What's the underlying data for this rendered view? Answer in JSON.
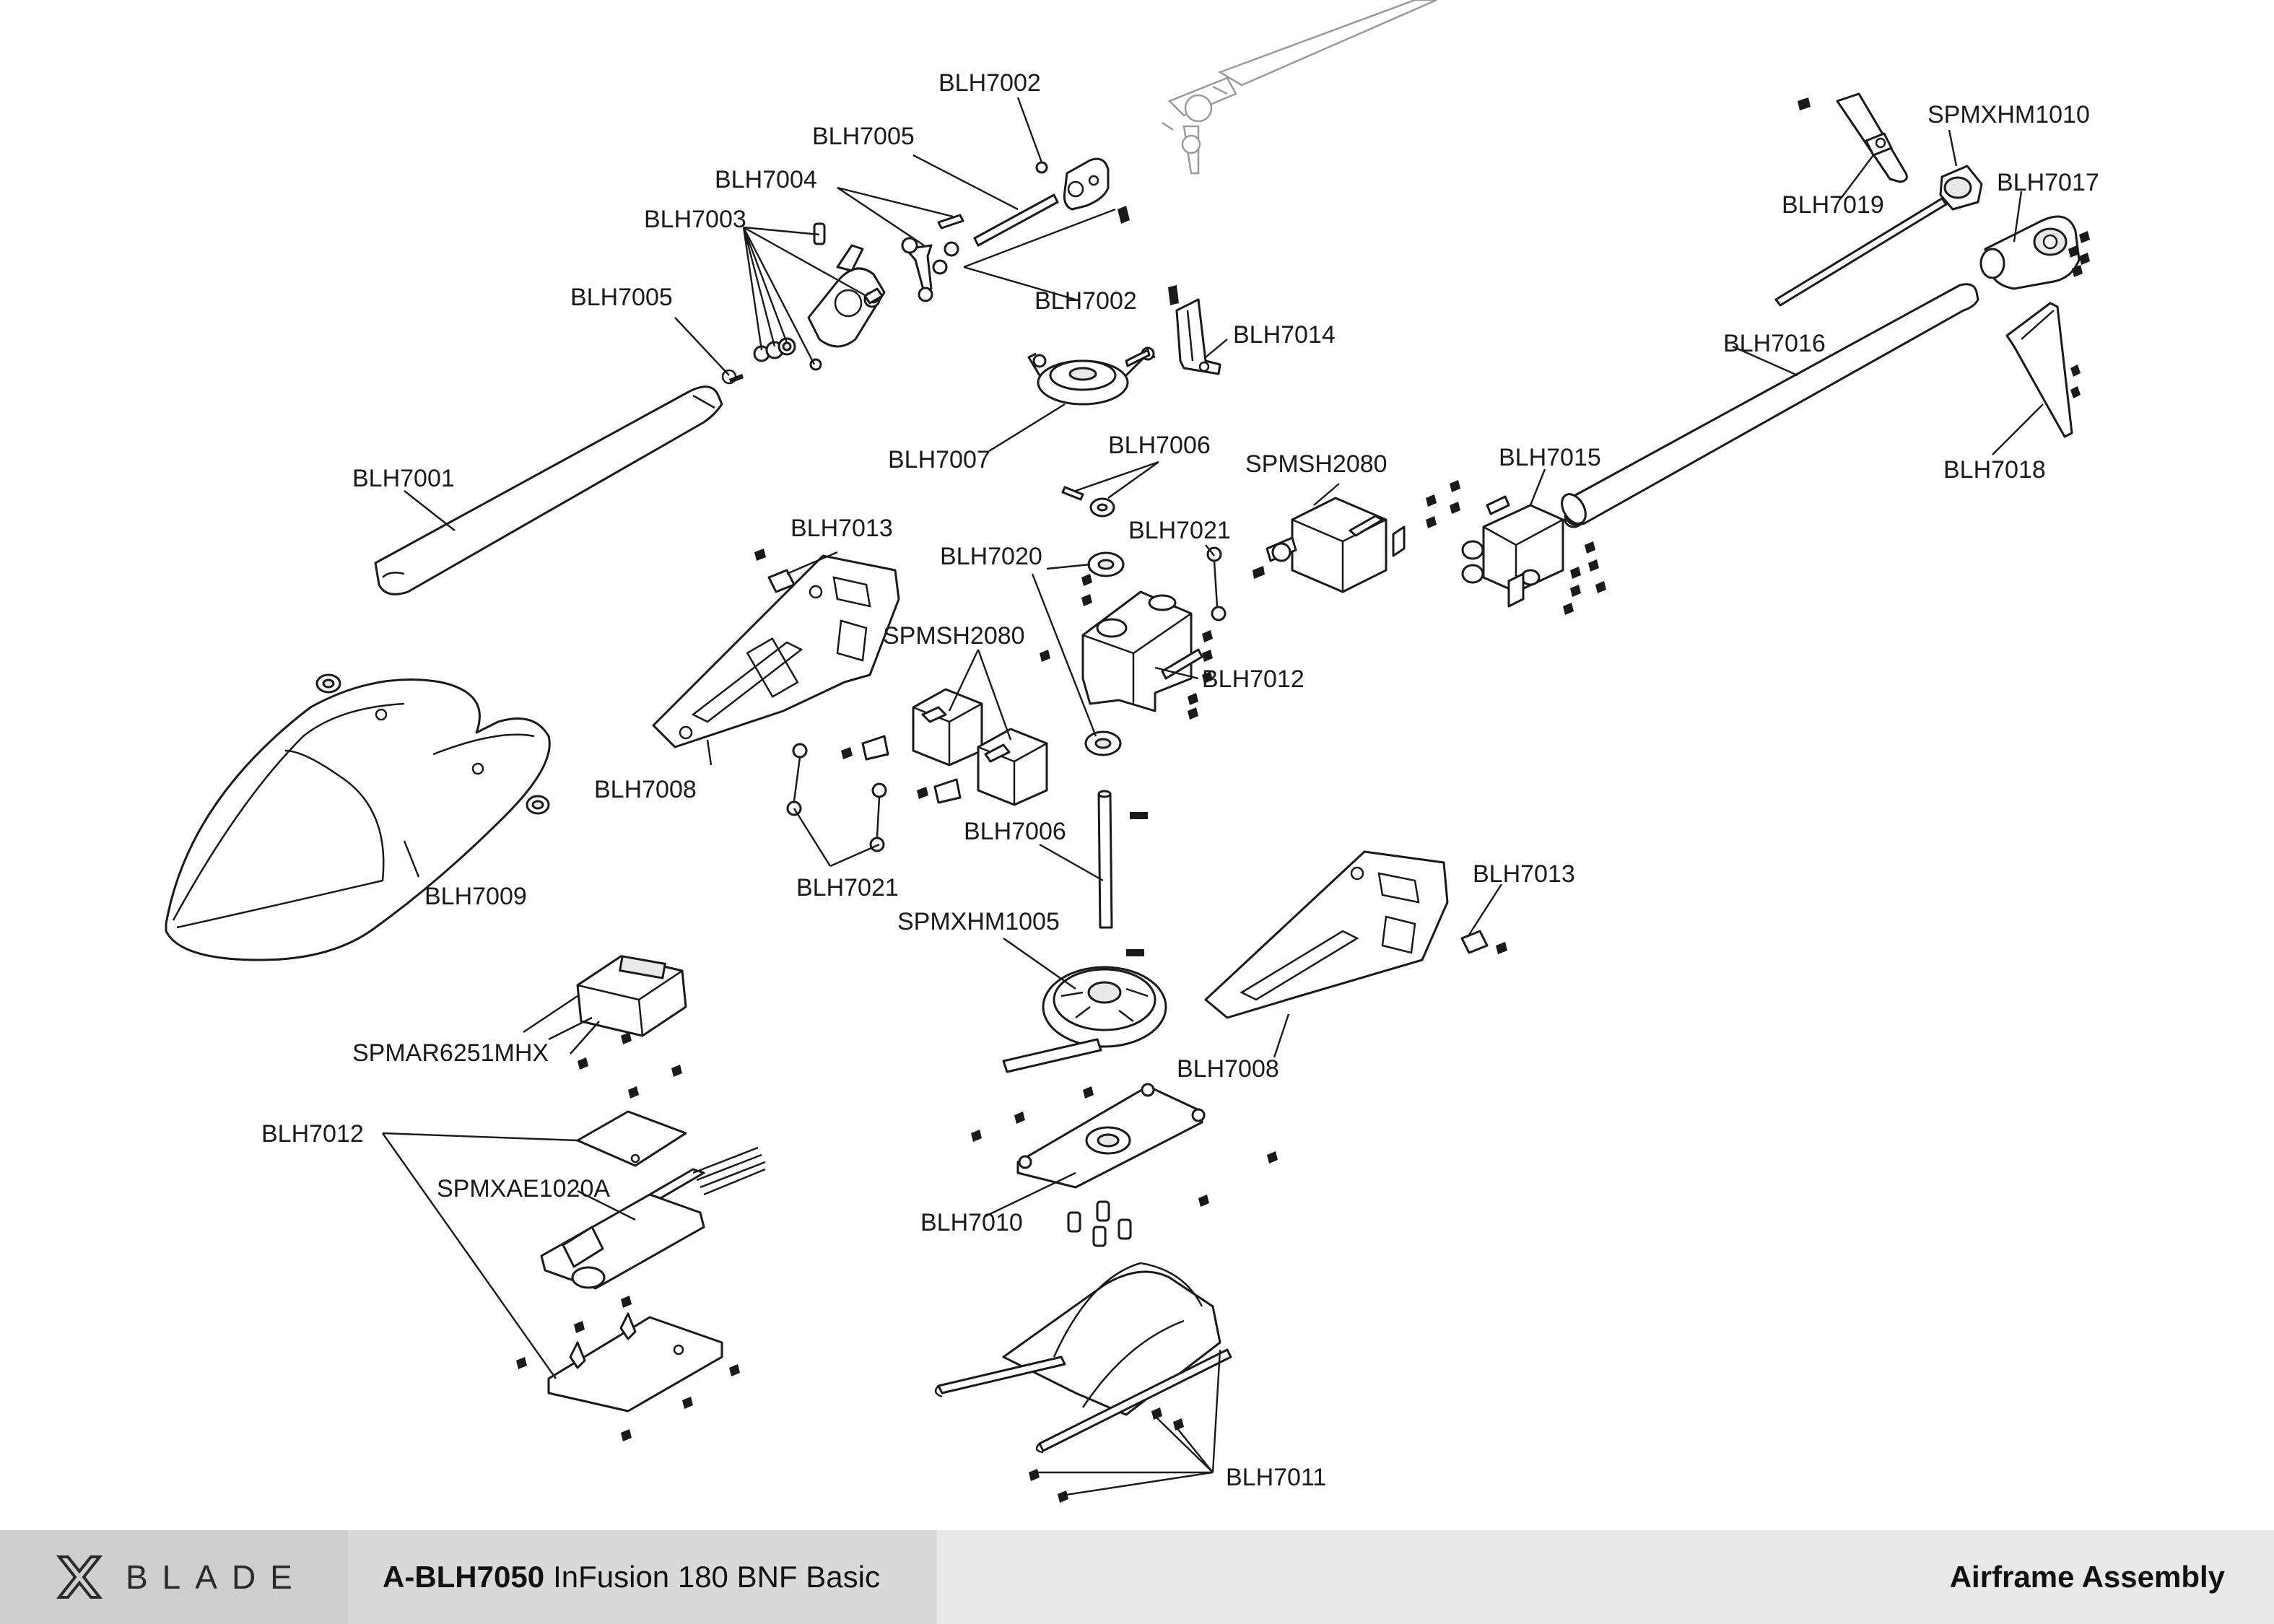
{
  "footer": {
    "brand": "BLADE",
    "product_code": "A-BLH7050",
    "product_name": "InFusion 180 BNF Basic",
    "section": "Airframe Assembly"
  },
  "callouts": {
    "c01": "BLH7002",
    "c02": "BLH7005",
    "c03": "BLH7004",
    "c04": "BLH7003",
    "c05": "BLH7005",
    "c06": "BLH7002",
    "c07": "BLH7014",
    "c08": "BLH7001",
    "c09": "BLH7007",
    "c10": "BLH7006",
    "c11": "SPMSH2080",
    "c12": "BLH7015",
    "c13": "BLH7016",
    "c14": "SPMXHM1010",
    "c15": "BLH7019",
    "c16": "BLH7017",
    "c17": "BLH7018",
    "c18": "BLH7013",
    "c19": "BLH7021",
    "c20": "BLH7020",
    "c21": "SPMSH2080",
    "c22": "BLH7012",
    "c23": "BLH7008",
    "c24": "BLH7009",
    "c25": "BLH7021",
    "c26": "BLH7006",
    "c27": "SPMXHM1005",
    "c28": "BLH7013",
    "c29": "BLH7008",
    "c30": "SPMAR6251MHX",
    "c31": "BLH7012",
    "c32": "SPMXAE1020A",
    "c33": "BLH7010",
    "c34": "BLH7011"
  }
}
